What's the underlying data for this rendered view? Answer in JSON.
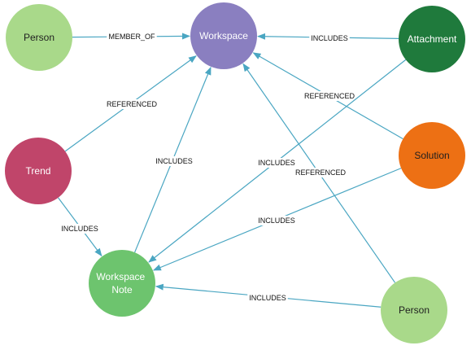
{
  "nodes": [
    {
      "id": "person1",
      "lines": [
        "Person"
      ],
      "color": "#a9d98a"
    },
    {
      "id": "workspace",
      "lines": [
        "Workspace"
      ],
      "color": "#8a7fc0"
    },
    {
      "id": "attachment",
      "lines": [
        "Attachment"
      ],
      "color": "#1f7a3c"
    },
    {
      "id": "trend",
      "lines": [
        "Trend"
      ],
      "color": "#c0456a"
    },
    {
      "id": "solution",
      "lines": [
        "Solution"
      ],
      "color": "#ed7014"
    },
    {
      "id": "workspacenote",
      "lines": [
        "Workspace",
        "Note"
      ],
      "color": "#6dc46e"
    },
    {
      "id": "person2",
      "lines": [
        "Person"
      ],
      "color": "#a9d98a"
    }
  ],
  "edges": [
    {
      "id": "e1",
      "from": "person1",
      "to": "workspace",
      "label": "MEMBER_OF"
    },
    {
      "id": "e2",
      "from": "attachment",
      "to": "workspace",
      "label": "INCLUDES"
    },
    {
      "id": "e3",
      "from": "trend",
      "to": "workspace",
      "label": "REFERENCED"
    },
    {
      "id": "e4",
      "from": "solution",
      "to": "workspace",
      "label": "REFERENCED"
    },
    {
      "id": "e5",
      "from": "workspacenote",
      "to": "workspace",
      "label": "INCLUDES"
    },
    {
      "id": "e6",
      "from": "attachment",
      "to": "workspacenote",
      "label": "INCLUDES"
    },
    {
      "id": "e7",
      "from": "person2",
      "to": "workspace",
      "label": "REFERENCED"
    },
    {
      "id": "e8",
      "from": "trend",
      "to": "workspacenote",
      "label": "INCLUDES"
    },
    {
      "id": "e9",
      "from": "solution",
      "to": "workspacenote",
      "label": "INCLUDES"
    },
    {
      "id": "e10",
      "from": "person2",
      "to": "workspacenote",
      "label": "INCLUDES"
    }
  ],
  "colors": {
    "edge": "#4aa6c2",
    "label_bg": "#ffffff"
  }
}
